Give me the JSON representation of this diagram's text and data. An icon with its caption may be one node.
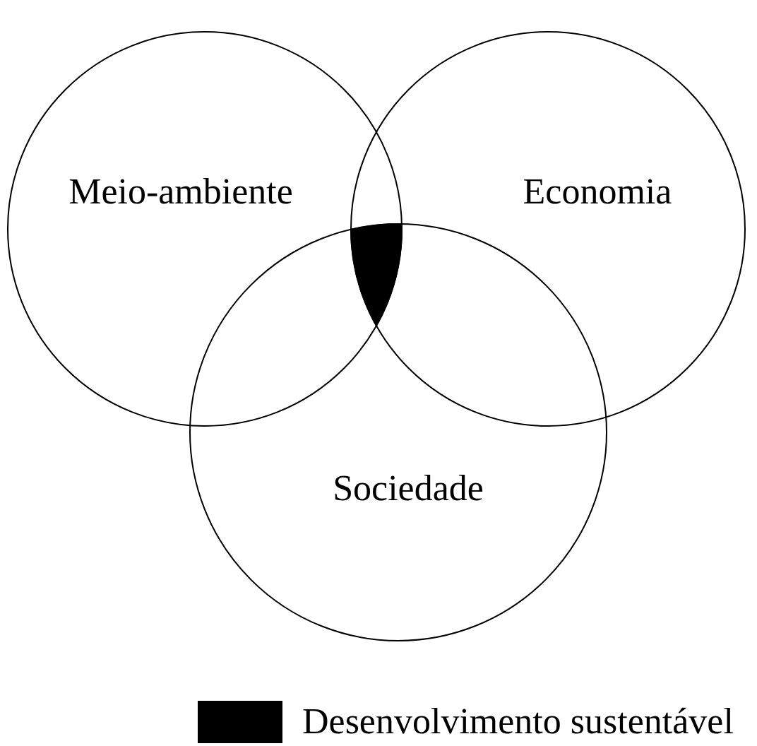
{
  "diagram": {
    "nodes": [
      {
        "text": [
          "Meio-ambiente"
        ]
      },
      {
        "text": [
          "Economia"
        ]
      },
      {
        "text": [
          "Sociedade"
        ]
      },
      {
        "text": [],
        "shape": "region"
      }
    ],
    "legend": [
      {
        "text": "Desenvolvimento sustentável",
        "color": "#000000"
      }
    ]
  }
}
